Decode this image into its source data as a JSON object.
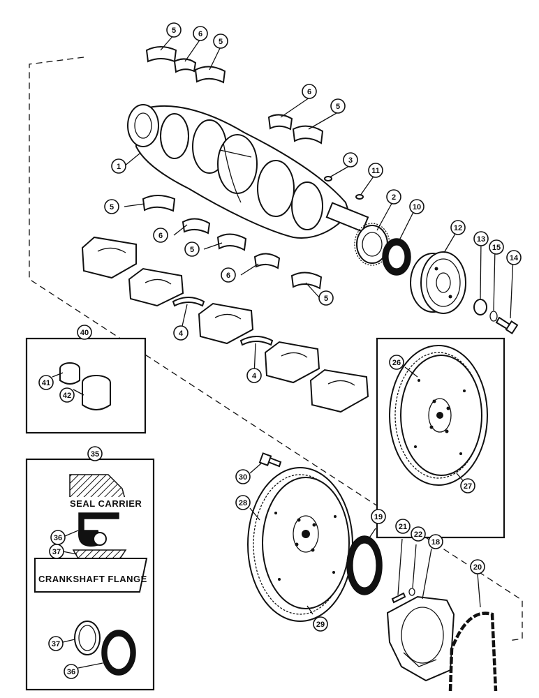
{
  "callouts": [
    {
      "id": "c-5a",
      "label": "5"
    },
    {
      "id": "c-6a",
      "label": "6"
    },
    {
      "id": "c-5b",
      "label": "5"
    },
    {
      "id": "c-6b",
      "label": "6"
    },
    {
      "id": "c-5c",
      "label": "5"
    },
    {
      "id": "c-1",
      "label": "1"
    },
    {
      "id": "c-3",
      "label": "3"
    },
    {
      "id": "c-11",
      "label": "11"
    },
    {
      "id": "c-5d",
      "label": "5"
    },
    {
      "id": "c-2",
      "label": "2"
    },
    {
      "id": "c-10",
      "label": "10"
    },
    {
      "id": "c-12",
      "label": "12"
    },
    {
      "id": "c-6c",
      "label": "6"
    },
    {
      "id": "c-13",
      "label": "13"
    },
    {
      "id": "c-15",
      "label": "15"
    },
    {
      "id": "c-14",
      "label": "14"
    },
    {
      "id": "c-5e",
      "label": "5"
    },
    {
      "id": "c-6d",
      "label": "6"
    },
    {
      "id": "c-5f",
      "label": "5"
    },
    {
      "id": "c-4a",
      "label": "4"
    },
    {
      "id": "c-4b",
      "label": "4"
    },
    {
      "id": "c-40",
      "label": "40"
    },
    {
      "id": "c-41",
      "label": "41"
    },
    {
      "id": "c-42",
      "label": "42"
    },
    {
      "id": "c-26",
      "label": "26"
    },
    {
      "id": "c-27",
      "label": "27"
    },
    {
      "id": "c-35",
      "label": "35"
    },
    {
      "id": "c-30",
      "label": "30"
    },
    {
      "id": "c-28",
      "label": "28"
    },
    {
      "id": "c-19",
      "label": "19"
    },
    {
      "id": "c-21",
      "label": "21"
    },
    {
      "id": "c-22",
      "label": "22"
    },
    {
      "id": "c-18",
      "label": "18"
    },
    {
      "id": "c-20",
      "label": "20"
    },
    {
      "id": "c-36a",
      "label": "36"
    },
    {
      "id": "c-37a",
      "label": "37"
    },
    {
      "id": "c-29",
      "label": "29"
    },
    {
      "id": "c-37b",
      "label": "37"
    },
    {
      "id": "c-36b",
      "label": "36"
    }
  ],
  "labels": {
    "seal_carrier": "SEAL CARRIER",
    "crankshaft_flange": "CRANKSHAFT FLANGE"
  }
}
